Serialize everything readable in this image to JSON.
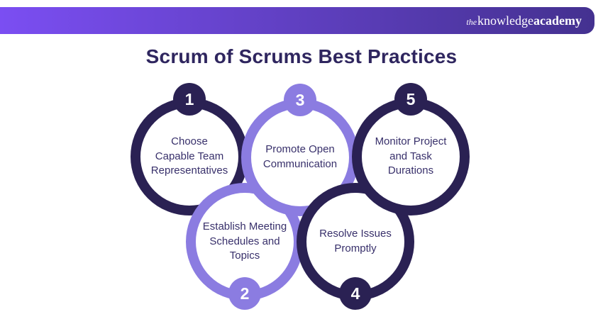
{
  "header": {
    "logo": {
      "the": "the",
      "knowledge": "knowledge",
      "academy": "academy"
    }
  },
  "title": "Scrum of Scrums Best Practices",
  "colors": {
    "dark": "#2a2153",
    "light": "#8b7ce1",
    "title": "#2f265f",
    "text": "#38306b",
    "gradient_left": "#7b4ef2",
    "gradient_right": "#443190"
  },
  "steps": [
    {
      "number": "1",
      "label": "Choose\nCapable Team\nRepresentatives",
      "color": "dark",
      "badge_position": "top"
    },
    {
      "number": "2",
      "label": "Establish Meeting\nSchedules and\nTopics",
      "color": "light",
      "badge_position": "bottom"
    },
    {
      "number": "3",
      "label": "Promote Open\nCommunication",
      "color": "light",
      "badge_position": "top"
    },
    {
      "number": "4",
      "label": "Resolve Issues\nPromptly",
      "color": "dark",
      "badge_position": "bottom"
    },
    {
      "number": "5",
      "label": "Monitor Project\nand Task\nDurations",
      "color": "dark",
      "badge_position": "top"
    }
  ]
}
